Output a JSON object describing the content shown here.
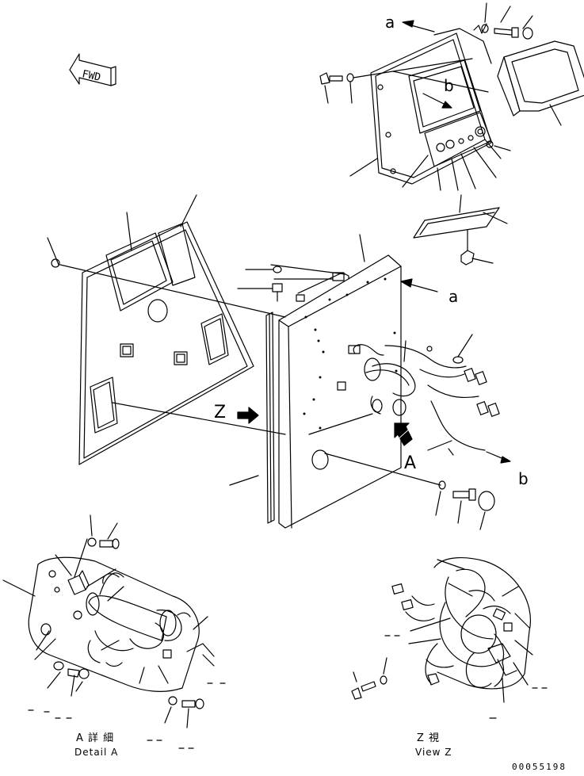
{
  "figure_id": "00055198",
  "callouts": {
    "a_top": "a",
    "a_right": "a",
    "b_inner": "b",
    "b_right": "b",
    "z_arrow": "Z",
    "a_arrow": "A",
    "fwd": "FWD"
  },
  "captions": {
    "detail_a_jp": "A 詳 細",
    "detail_a_en": "Detail A",
    "view_z_jp": "Z 視",
    "view_z_en": "View Z"
  },
  "colors": {
    "line": "#000000",
    "background": "#ffffff"
  }
}
